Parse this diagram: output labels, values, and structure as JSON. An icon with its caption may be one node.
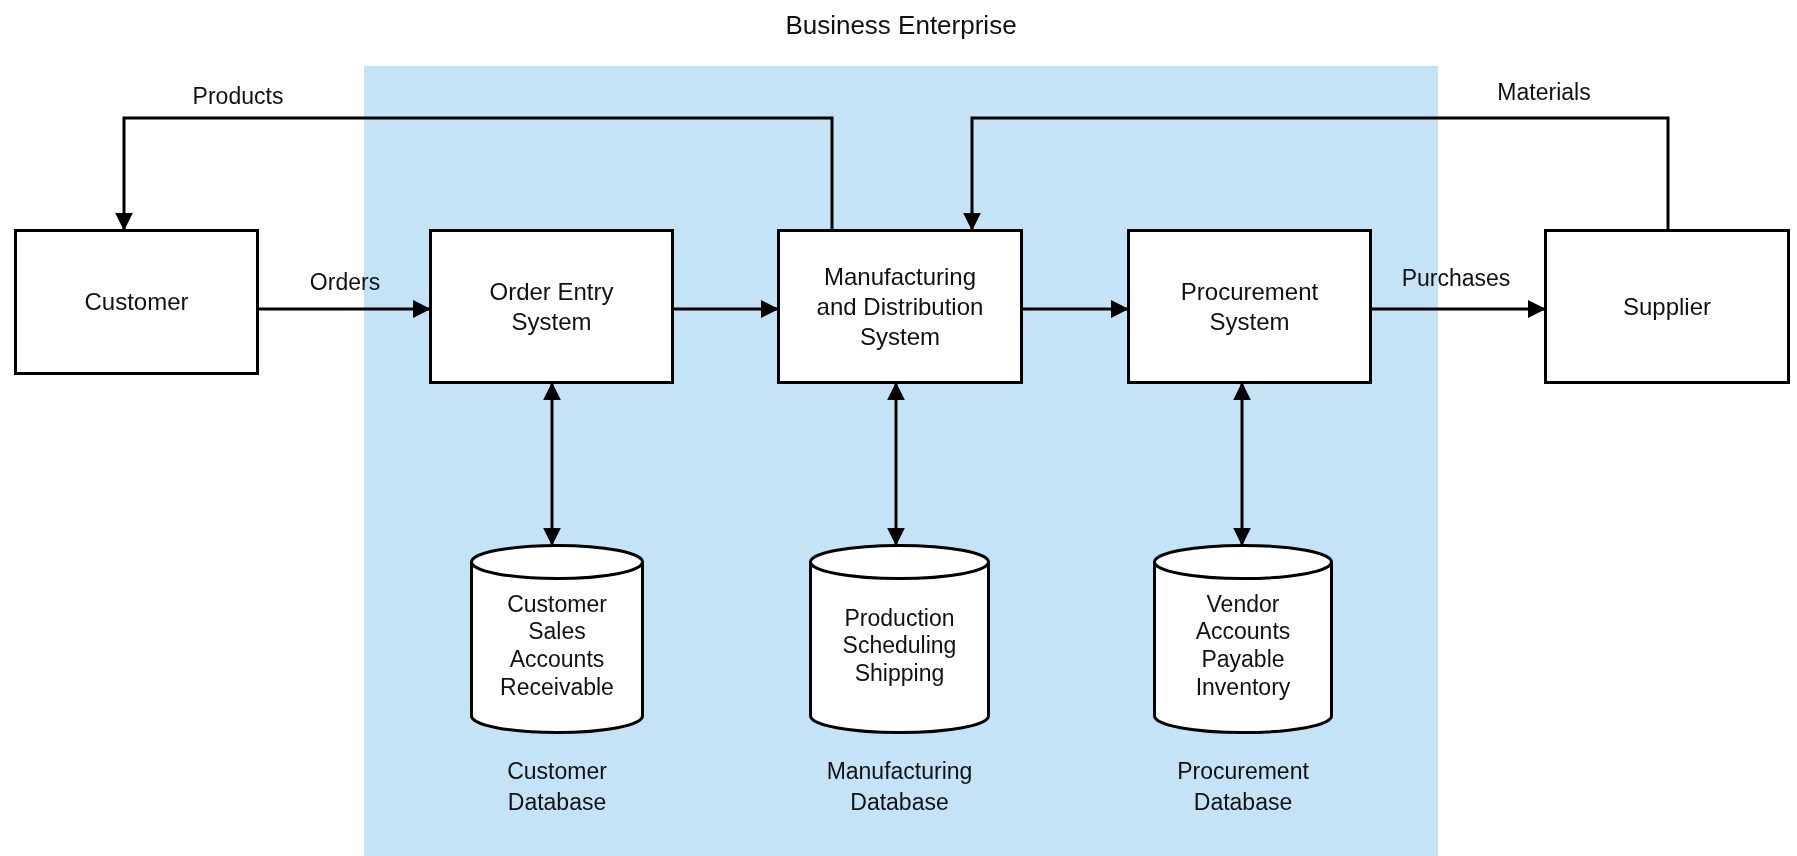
{
  "diagram": {
    "nodes": [
      {
        "text": [
          "Business Enterprise"
        ]
      },
      {
        "text": [
          "Customer"
        ]
      },
      {
        "text": [
          "Order Entry System"
        ],
        "in": 0
      },
      {
        "text": [
          "Manufacturing and Distribution System"
        ],
        "in": 0
      },
      {
        "text": [
          "Procurement System"
        ],
        "in": 0
      },
      {
        "text": [
          "Supplier"
        ]
      },
      {
        "text": [
          "Customer Sales Accounts Receivable"
        ],
        "beside": [
          "Customer Database"
        ],
        "in": 0
      },
      {
        "text": [
          "Production Scheduling Shipping"
        ],
        "beside": [
          "Manufacturing Database"
        ],
        "in": 0
      },
      {
        "text": [
          "Vendor Accounts Payable Inventory"
        ],
        "beside": [
          "Procurement Database"
        ],
        "in": 0
      }
    ],
    "edges": [
      {
        "from": 1,
        "to": 2,
        "arrow": "to",
        "label": "Orders"
      },
      {
        "from": 2,
        "to": 3,
        "arrow": "to"
      },
      {
        "from": 3,
        "to": 4,
        "arrow": "to"
      },
      {
        "from": 4,
        "to": 5,
        "arrow": "to",
        "label": "Purchases"
      },
      {
        "from": 3,
        "to": 1,
        "arrow": "to",
        "label": "Products"
      },
      {
        "from": 5,
        "to": 3,
        "arrow": "to",
        "label": "Materials"
      },
      {
        "from": 2,
        "to": 6,
        "arrow": "both"
      },
      {
        "from": 3,
        "to": 7,
        "arrow": "both"
      },
      {
        "from": 4,
        "to": 8,
        "arrow": "both"
      }
    ]
  }
}
